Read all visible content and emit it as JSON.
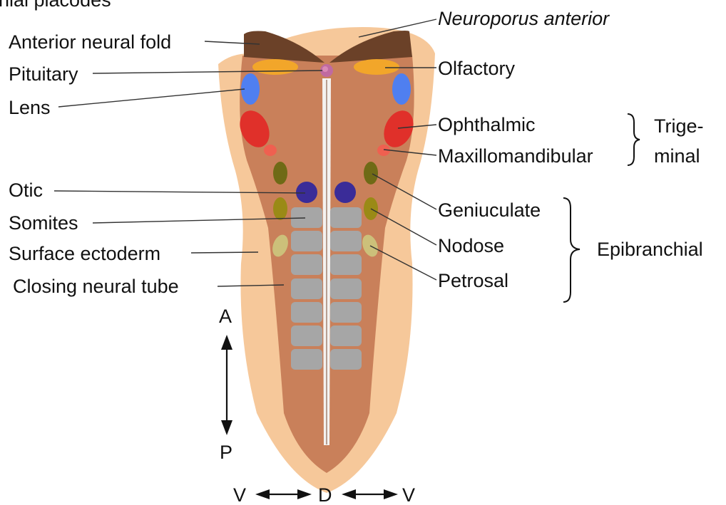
{
  "title_fragment": "nial placodes",
  "labels": {
    "anterior_neural_fold": "Anterior neural fold",
    "pituitary": "Pituitary",
    "lens": "Lens",
    "otic": "Otic",
    "somites": "Somites",
    "surface_ectoderm": "Surface ectoderm",
    "closing_neural_tube": "Closing neural tube",
    "neuroporus_anterior": "Neuroporus anterior",
    "olfactory": "Olfactory",
    "ophthalmic": "Ophthalmic",
    "maxillomandibular": "Maxillomandibular",
    "geniuculate": "Geniuculate",
    "nodose": "Nodose",
    "petrosal": "Petrosal"
  },
  "groups": {
    "trigeminal_line1": "Trige-",
    "trigeminal_line2": "minal",
    "epibranchial": "Epibranchial"
  },
  "axes": {
    "anterior": "A",
    "posterior": "P",
    "ventral_left": "V",
    "dorsal": "D",
    "ventral_right": "V"
  },
  "colors": {
    "surface_ectoderm": "#f6c89a",
    "neural_plate": "#c9805a",
    "neural_fold": "#6b4128",
    "midline": "#f4f2f0",
    "olfactory": "#f2a62a",
    "pituitary": "#c06aa0",
    "lens": "#4f7ff0",
    "ophthalmic": "#e0302a",
    "maxillomandibular": "#ef6050",
    "geniculate": "#6f6a16",
    "otic": "#3a2c98",
    "nodose": "#9a8a16",
    "petrosal": "#ccc07a",
    "somites": "#a6a6a6"
  },
  "icons": {
    "axis_arrow": "double-headed-arrow"
  }
}
